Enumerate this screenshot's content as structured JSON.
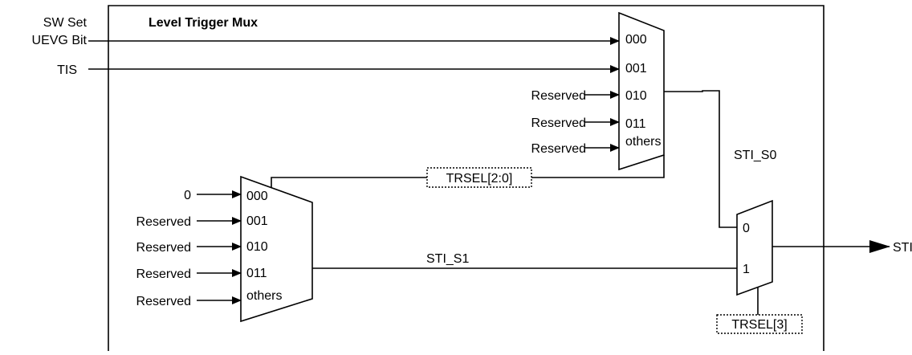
{
  "diagram": {
    "title": "Level Trigger Mux",
    "external_inputs": {
      "sw_set_line1": "SW Set",
      "sw_set_line2": "UEVG Bit",
      "tis": "TIS"
    },
    "mux_s0": {
      "port_labels": [
        "000",
        "001",
        "010",
        "011",
        "others"
      ],
      "input_labels": [
        "Reserved",
        "Reserved",
        "Reserved"
      ]
    },
    "mux_s1": {
      "port_labels": [
        "000",
        "001",
        "010",
        "011",
        "others"
      ],
      "input_labels": [
        "0",
        "Reserved",
        "Reserved",
        "Reserved",
        "Reserved"
      ]
    },
    "mux_final": {
      "port_labels": [
        "0",
        "1"
      ]
    },
    "selects": {
      "lower_select": "TRSEL[2:0]",
      "final_select": "TRSEL[3]"
    },
    "signals": {
      "s0": "STI_S0",
      "s1": "STI_S1",
      "output": "STI"
    }
  }
}
